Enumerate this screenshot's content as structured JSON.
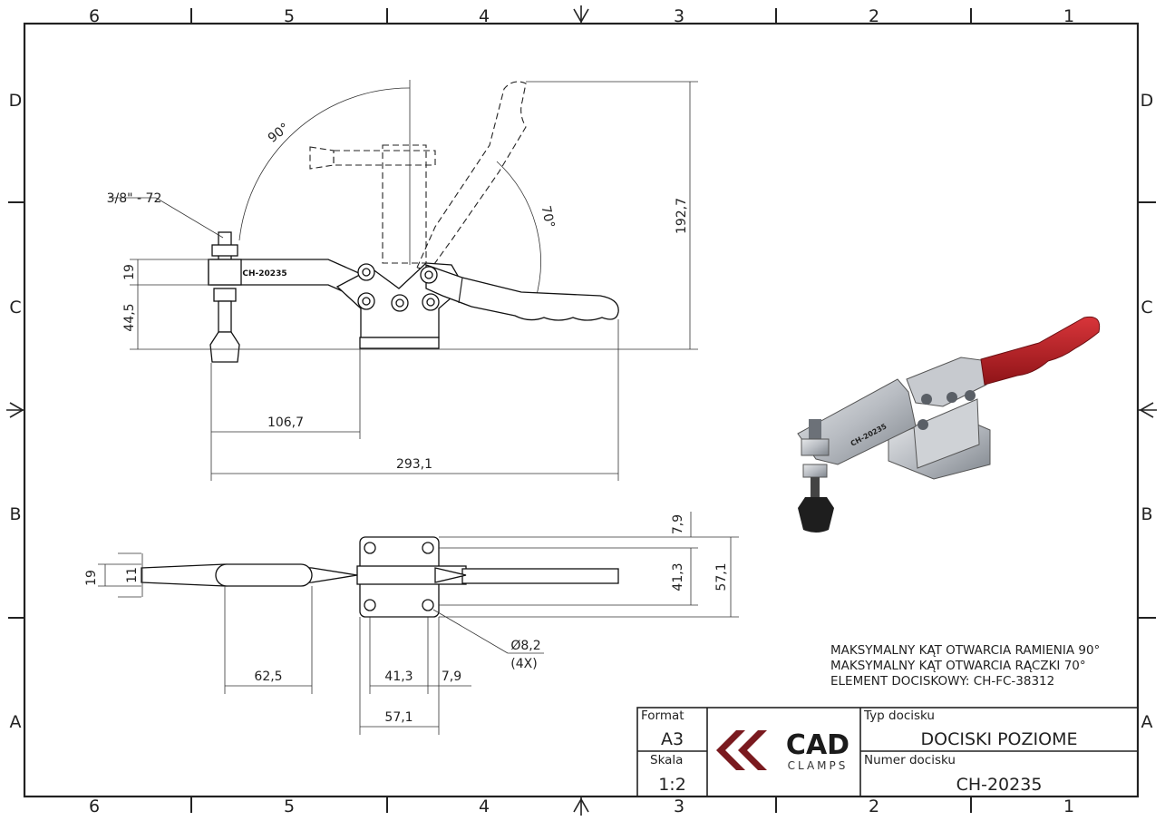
{
  "border": {
    "columns": [
      "6",
      "5",
      "4",
      "3",
      "2",
      "1"
    ],
    "rows": [
      "D",
      "C",
      "B",
      "A"
    ]
  },
  "dimensions": {
    "thread": "3/8\" - 72",
    "arm_angle": "90°",
    "handle_angle": "70°",
    "height_top": "19",
    "height_lower": "44,5",
    "total_height": "192,7",
    "reach": "106,7",
    "total_length": "293,1",
    "plan_width_outer": "19",
    "plan_width_inner": "11",
    "plan_edge": "7,9",
    "plan_hole_spacing": "41,3",
    "plan_base_width": "57,1",
    "hole_dia": "Ø8,2",
    "hole_count": "(4X)",
    "handle_length": "62,5",
    "base_hole_spacing": "41,3",
    "base_edge": "7,9",
    "base_length": "57,1"
  },
  "part_marking": "CH-20235",
  "notes": [
    "MAKSYMALNY KĄT OTWARCIA RAMIENIA 90°",
    "MAKSYMALNY KĄT OTWARCIA RĄCZKI 70°",
    "ELEMENT DOCISKOWY: CH-FC-38312"
  ],
  "title_block": {
    "format_label": "Format",
    "format_value": "A3",
    "scale_label": "Skala",
    "scale_value": "1:2",
    "logo_word": "CAD",
    "logo_sub": "CLAMPS",
    "type_label": "Typ docisku",
    "type_value": "DOCISKI POZIOME",
    "number_label": "Numer docisku",
    "number_value": "CH-20235"
  },
  "colors": {
    "logo_red": "#7a1a1f",
    "handle_red": "#b51f24",
    "metal": "#b8bcc2"
  }
}
